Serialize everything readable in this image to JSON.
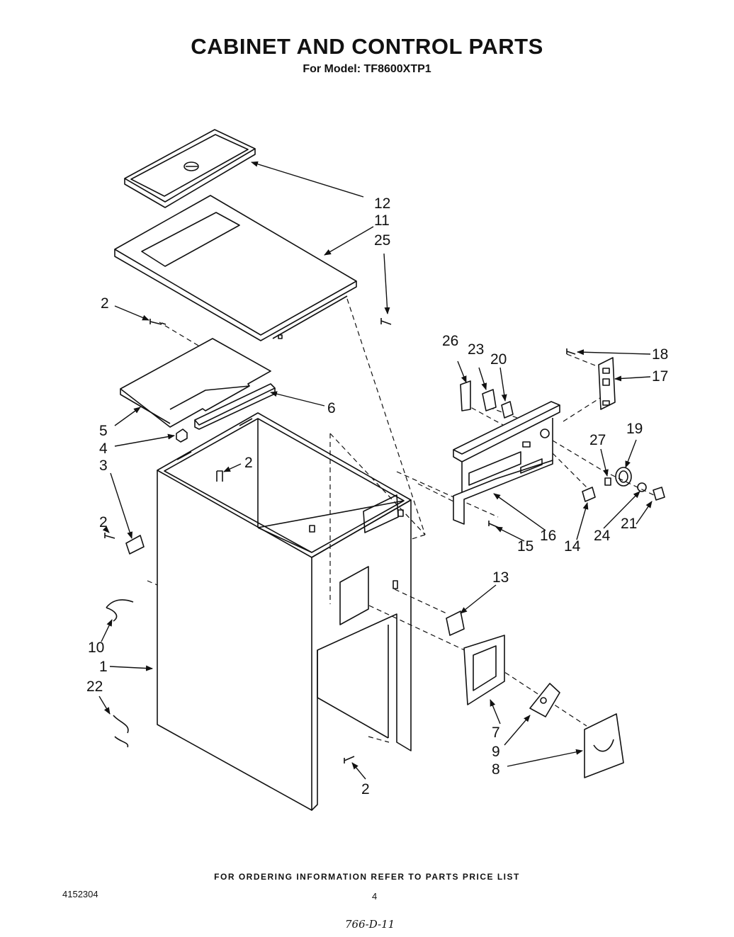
{
  "title": "CABINET AND CONTROL PARTS",
  "subtitle": "For Model: TF8600XTP1",
  "callouts": {
    "c1": "1",
    "c2a": "2",
    "c2b": "2",
    "c2c": "2",
    "c2d": "2",
    "c3": "3",
    "c4": "4",
    "c5": "5",
    "c6": "6",
    "c7": "7",
    "c8": "8",
    "c9": "9",
    "c10": "10",
    "c11": "11",
    "c12": "12",
    "c13": "13",
    "c14": "14",
    "c15": "15",
    "c16": "16",
    "c17": "17",
    "c18": "18",
    "c19": "19",
    "c20": "20",
    "c21": "21",
    "c22": "22",
    "c23": "23",
    "c24": "24",
    "c25": "25",
    "c26": "26",
    "c27": "27"
  },
  "footer": {
    "ordering_note": "FOR ORDERING INFORMATION REFER TO PARTS PRICE LIST",
    "doc_number": "4152304",
    "page_number": "4",
    "handwritten": "766-D-11"
  }
}
